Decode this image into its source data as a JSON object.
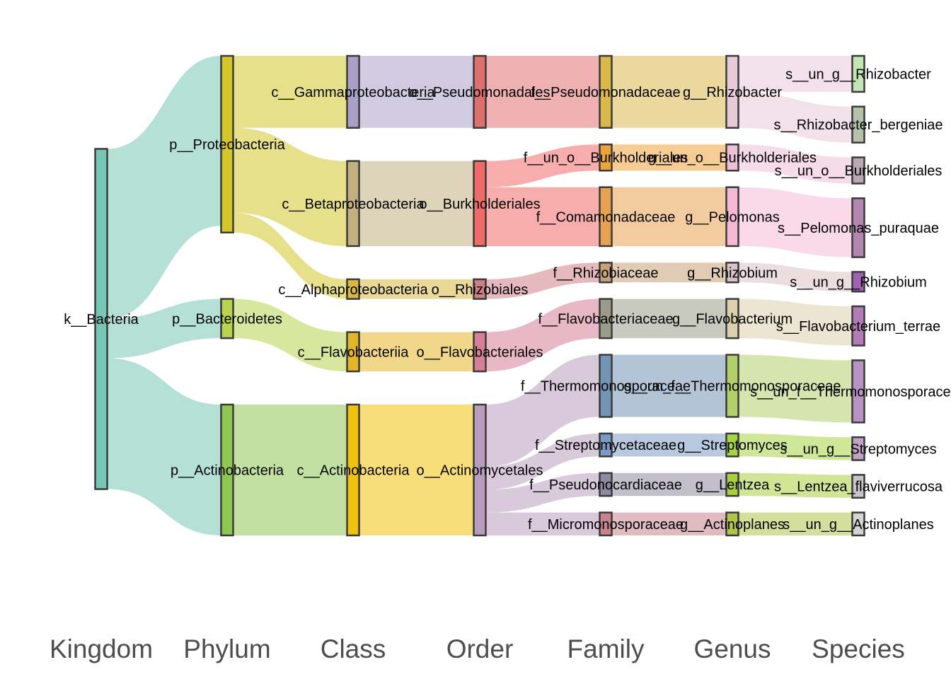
{
  "levels": [
    "Kingdom",
    "Phylum",
    "Class",
    "Order",
    "Family",
    "Genus",
    "Species"
  ],
  "nodes": [
    {
      "id": "k",
      "label": "k__Bacteria",
      "level": 0,
      "color": "#76c7b5"
    },
    {
      "id": "p_pro",
      "label": "p__Proteobacteria",
      "level": 1,
      "color": "#d3c62a"
    },
    {
      "id": "p_bac",
      "label": "p__Bacteroidetes",
      "level": 1,
      "color": "#b8d44e"
    },
    {
      "id": "p_act",
      "label": "p__Actinobacteria",
      "level": 1,
      "color": "#8fc755"
    },
    {
      "id": "c_gam",
      "label": "c__Gammaproteobacteria",
      "level": 2,
      "color": "#a9a0c6"
    },
    {
      "id": "c_bet",
      "label": "c__Betaproteobacteria",
      "level": 2,
      "color": "#c3b080"
    },
    {
      "id": "c_alp",
      "label": "c__Alphaproteobacteria",
      "level": 2,
      "color": "#d9b846"
    },
    {
      "id": "c_fla",
      "label": "c__Flavobacteriia",
      "level": 2,
      "color": "#e3b62a"
    },
    {
      "id": "c_act",
      "label": "c__Actinobacteria",
      "level": 2,
      "color": "#f0c20e"
    },
    {
      "id": "o_pse",
      "label": "o__Pseudomonadales",
      "level": 3,
      "color": "#e07070"
    },
    {
      "id": "o_bur",
      "label": "o__Burkholderiales",
      "level": 3,
      "color": "#f06a67"
    },
    {
      "id": "o_rhi",
      "label": "o__Rhizobiales",
      "level": 3,
      "color": "#d07f88"
    },
    {
      "id": "o_fla",
      "label": "o__Flavobacteriales",
      "level": 3,
      "color": "#d77e98"
    },
    {
      "id": "o_act",
      "label": "o__Actinomycetales",
      "level": 3,
      "color": "#b89cbd"
    },
    {
      "id": "f_pse",
      "label": "f__Pseudomonadaceae",
      "level": 4,
      "color": "#dab84a"
    },
    {
      "id": "f_unb",
      "label": "f__un_o__Burkholderiales",
      "level": 4,
      "color": "#eda43c"
    },
    {
      "id": "f_com",
      "label": "f__Comamonadaceae",
      "level": 4,
      "color": "#e7a251"
    },
    {
      "id": "f_rhi",
      "label": "f__Rhizobiaceae",
      "level": 4,
      "color": "#c7a278"
    },
    {
      "id": "f_fla",
      "label": "f__Flavobacteriaceae",
      "level": 4,
      "color": "#9b9c8a"
    },
    {
      "id": "f_the",
      "label": "f__Thermomonosporaceae",
      "level": 4,
      "color": "#7394b4"
    },
    {
      "id": "f_str",
      "label": "f__Streptomycetaceae",
      "level": 4,
      "color": "#7b9ac4"
    },
    {
      "id": "f_psn",
      "label": "f__Pseudonocardiaceae",
      "level": 4,
      "color": "#908aa0"
    },
    {
      "id": "f_mic",
      "label": "f__Micromonosporaceae",
      "level": 4,
      "color": "#c7848f"
    },
    {
      "id": "g_rhb",
      "label": "g__Rhizobacter",
      "level": 5,
      "color": "#e7c9d7"
    },
    {
      "id": "g_unb",
      "label": "g__un_o__Burkholderiales",
      "level": 5,
      "color": "#edc0d5"
    },
    {
      "id": "g_pel",
      "label": "g__Pelomonas",
      "level": 5,
      "color": "#f5b9d5"
    },
    {
      "id": "g_rhz",
      "label": "g__Rhizobium",
      "level": 5,
      "color": "#d9c3c9"
    },
    {
      "id": "g_fla",
      "label": "g__Flavobacterium",
      "level": 5,
      "color": "#dcd0ac"
    },
    {
      "id": "g_the",
      "label": "g__un_f__Thermomonosporaceae",
      "level": 5,
      "color": "#b2d06a"
    },
    {
      "id": "g_str",
      "label": "g__Streptomyces",
      "level": 5,
      "color": "#a6d443"
    },
    {
      "id": "g_len",
      "label": "g__Lentzea",
      "level": 5,
      "color": "#a8cf3e"
    },
    {
      "id": "g_act",
      "label": "g__Actinoplanes",
      "level": 5,
      "color": "#b0c44a"
    },
    {
      "id": "s_rhb",
      "label": "s__un_g__Rhizobacter",
      "level": 6,
      "color": "#c2e6b4"
    },
    {
      "id": "s_rbe",
      "label": "s__Rhizobacter_bergeniae",
      "level": 6,
      "color": "#b6c1aa"
    },
    {
      "id": "s_unb",
      "label": "s__un_o__Burkholderiales",
      "level": 6,
      "color": "#b8a8b4"
    },
    {
      "id": "s_pel",
      "label": "s__Pelomonas_puraquae",
      "level": 6,
      "color": "#b386b0"
    },
    {
      "id": "s_rhz",
      "label": "s__un_g__Rhizobium",
      "level": 6,
      "color": "#a063b2"
    },
    {
      "id": "s_fla",
      "label": "s__Flavobacterium_terrae",
      "level": 6,
      "color": "#b27ab6"
    },
    {
      "id": "s_the",
      "label": "s__un_f__Thermomonosporaceae",
      "level": 6,
      "color": "#b892c0"
    },
    {
      "id": "s_str",
      "label": "s__un_g__Streptomyces",
      "level": 6,
      "color": "#c0a2c8"
    },
    {
      "id": "s_len",
      "label": "s__Lentzea_flaviverrucosa",
      "level": 6,
      "color": "#c9c3c9"
    },
    {
      "id": "s_act",
      "label": "s__un_g__Actinoplanes",
      "level": 6,
      "color": "#d3d3d3"
    }
  ],
  "links": [
    {
      "source": "k",
      "target": "p_pro",
      "value": 26
    },
    {
      "source": "k",
      "target": "p_bac",
      "value": 6
    },
    {
      "source": "k",
      "target": "p_act",
      "value": 20
    },
    {
      "source": "p_pro",
      "target": "c_gam",
      "value": 11
    },
    {
      "source": "p_pro",
      "target": "c_bet",
      "value": 13
    },
    {
      "source": "p_pro",
      "target": "c_alp",
      "value": 3
    },
    {
      "source": "p_bac",
      "target": "c_fla",
      "value": 6
    },
    {
      "source": "p_act",
      "target": "c_act",
      "value": 20
    },
    {
      "source": "c_gam",
      "target": "o_pse",
      "value": 11
    },
    {
      "source": "c_bet",
      "target": "o_bur",
      "value": 13
    },
    {
      "source": "c_alp",
      "target": "o_rhi",
      "value": 3
    },
    {
      "source": "c_fla",
      "target": "o_fla",
      "value": 6
    },
    {
      "source": "c_act",
      "target": "o_act",
      "value": 20
    },
    {
      "source": "o_pse",
      "target": "f_pse",
      "value": 11
    },
    {
      "source": "o_bur",
      "target": "f_unb",
      "value": 4
    },
    {
      "source": "o_bur",
      "target": "f_com",
      "value": 9
    },
    {
      "source": "o_rhi",
      "target": "f_rhi",
      "value": 3
    },
    {
      "source": "o_fla",
      "target": "f_fla",
      "value": 6
    },
    {
      "source": "o_act",
      "target": "f_the",
      "value": 9.5
    },
    {
      "source": "o_act",
      "target": "f_str",
      "value": 3.5
    },
    {
      "source": "o_act",
      "target": "f_psn",
      "value": 3.5
    },
    {
      "source": "o_act",
      "target": "f_mic",
      "value": 3.5
    },
    {
      "source": "f_pse",
      "target": "g_rhb",
      "value": 11
    },
    {
      "source": "f_unb",
      "target": "g_unb",
      "value": 4
    },
    {
      "source": "f_com",
      "target": "g_pel",
      "value": 9
    },
    {
      "source": "f_rhi",
      "target": "g_rhz",
      "value": 3
    },
    {
      "source": "f_fla",
      "target": "g_fla",
      "value": 6
    },
    {
      "source": "f_the",
      "target": "g_the",
      "value": 9.5
    },
    {
      "source": "f_str",
      "target": "g_str",
      "value": 3.5
    },
    {
      "source": "f_psn",
      "target": "g_len",
      "value": 3.5
    },
    {
      "source": "f_mic",
      "target": "g_act",
      "value": 3.5
    },
    {
      "source": "g_rhb",
      "target": "s_rhb",
      "value": 5.5
    },
    {
      "source": "g_rhb",
      "target": "s_rbe",
      "value": 5.5
    },
    {
      "source": "g_unb",
      "target": "s_unb",
      "value": 4
    },
    {
      "source": "g_pel",
      "target": "s_pel",
      "value": 9
    },
    {
      "source": "g_rhz",
      "target": "s_rhz",
      "value": 3
    },
    {
      "source": "g_fla",
      "target": "s_fla",
      "value": 6
    },
    {
      "source": "g_the",
      "target": "s_the",
      "value": 9.5
    },
    {
      "source": "g_str",
      "target": "s_str",
      "value": 3.5
    },
    {
      "source": "g_len",
      "target": "s_len",
      "value": 3.5
    },
    {
      "source": "g_act",
      "target": "s_act",
      "value": 3.5
    }
  ]
}
